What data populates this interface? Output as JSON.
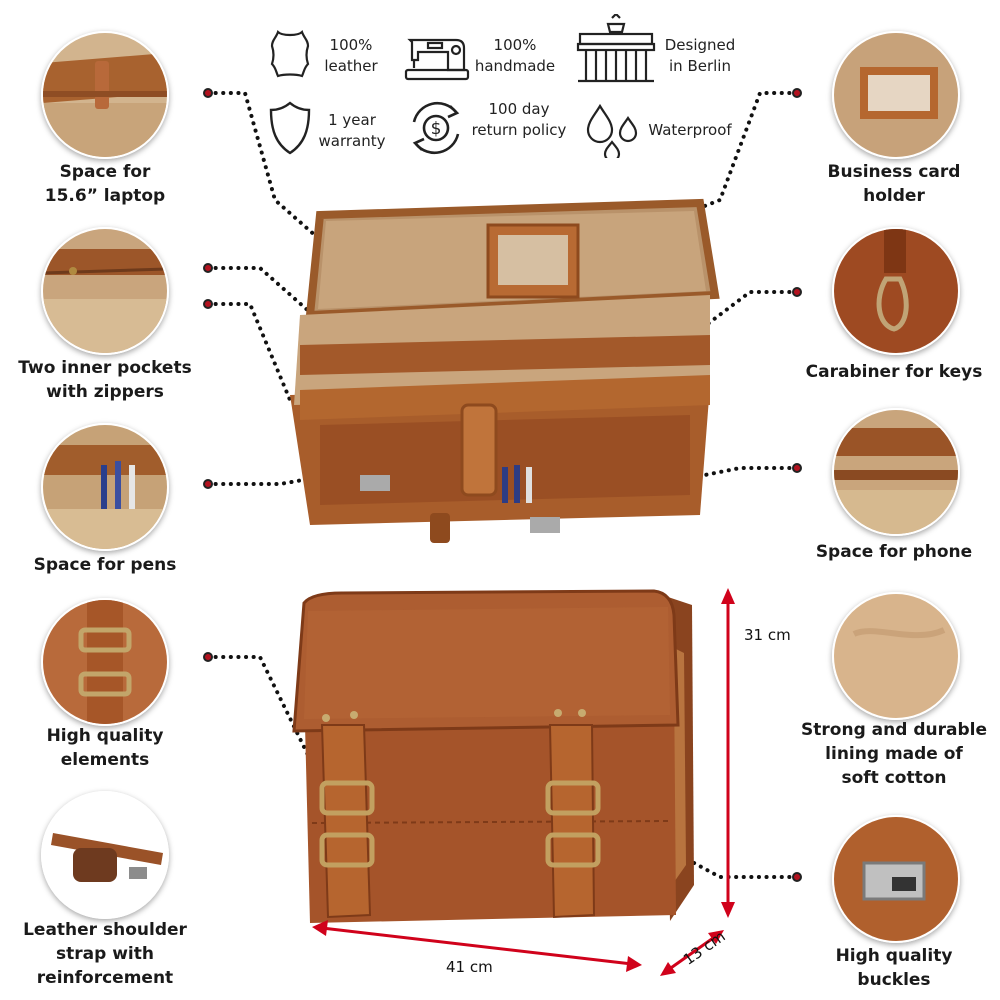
{
  "features": [
    {
      "icon": "leather-hide-icon",
      "text": "100%\nleather"
    },
    {
      "icon": "sewing-machine-icon",
      "text": "100%\nhandmade"
    },
    {
      "icon": "brandenburg-gate-icon",
      "text": "Designed\nin Berlin"
    },
    {
      "icon": "shield-icon",
      "text": "1 year\nwarranty"
    },
    {
      "icon": "dollar-return-icon",
      "text": "100 day\nreturn policy"
    },
    {
      "icon": "water-drops-icon",
      "text": "Waterproof"
    }
  ],
  "left_callouts": [
    {
      "label": "Space for\n15.6” laptop"
    },
    {
      "label": "Two inner pockets\nwith zippers"
    },
    {
      "label": "Space for pens"
    },
    {
      "label": "High quality\nelements"
    },
    {
      "label": "Leather shoulder\nstrap with\nreinforcement"
    }
  ],
  "right_callouts": [
    {
      "label": "Business card\nholder"
    },
    {
      "label": "Carabiner for keys"
    },
    {
      "label": "Space for phone"
    },
    {
      "label": "Strong and durable\nlining made of\nsoft cotton"
    },
    {
      "label": "High quality\nbuckles"
    }
  ],
  "dimensions": {
    "height": "31 cm",
    "width": "41 cm",
    "depth": "13 cm"
  },
  "colors": {
    "accent": "#d0021b",
    "leather": "#9a4a24",
    "canvas": "#c9a57e",
    "dot": "#b3121f"
  }
}
